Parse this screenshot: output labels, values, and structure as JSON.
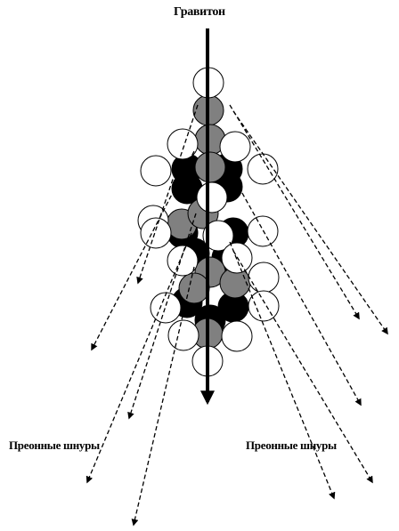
{
  "title": "Гравитон",
  "left_label": "Преонные шнуры",
  "right_label": "Преонные шнуры",
  "colors": {
    "black": "#000000",
    "gray": "#808080",
    "white": "#ffffff"
  }
}
